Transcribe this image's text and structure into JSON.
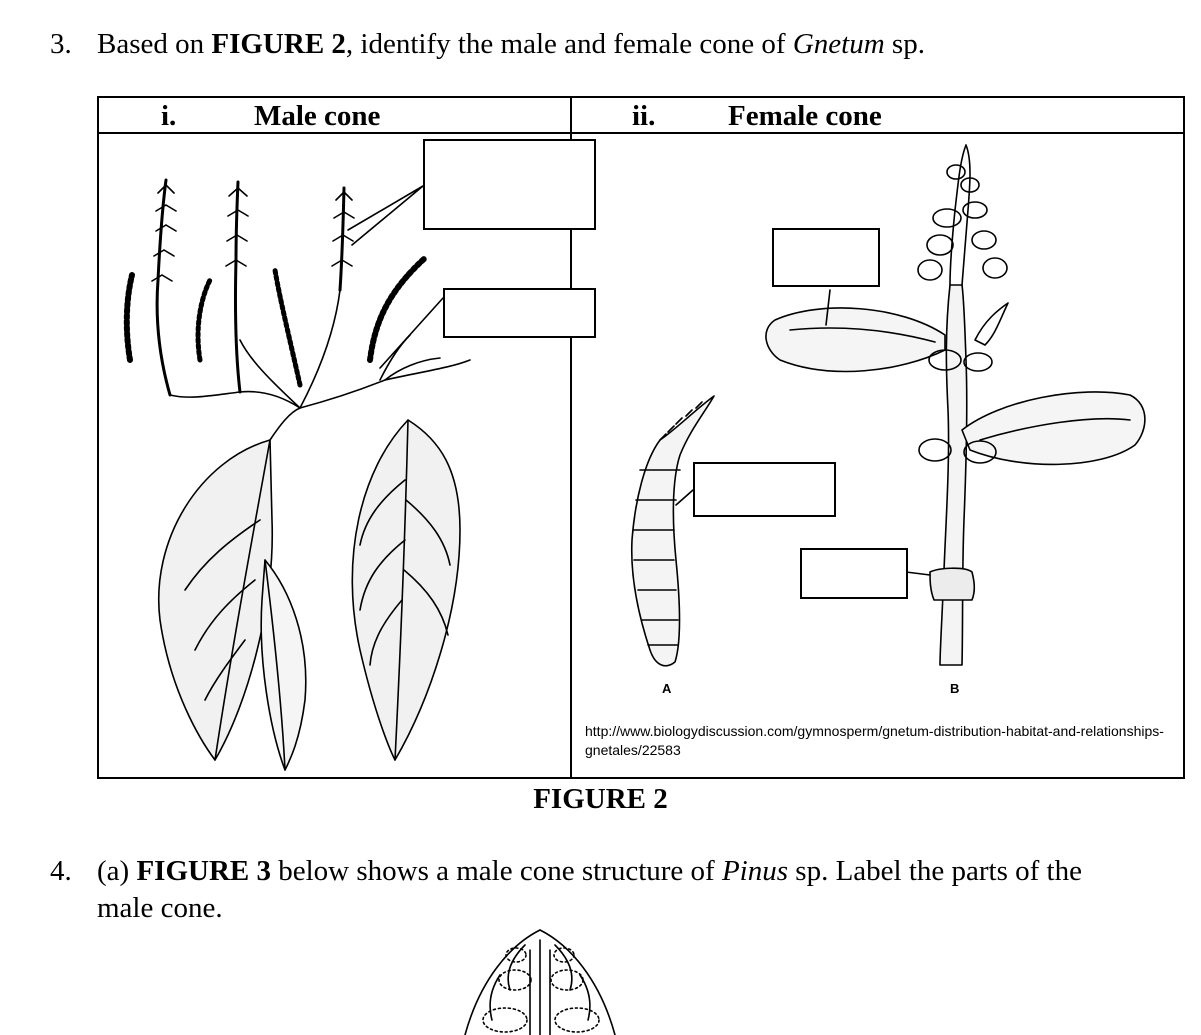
{
  "q3": {
    "number": "3.",
    "text_prefix": "Based on ",
    "figure_ref": "FIGURE 2",
    "text_mid": ", identify the male and female cone of ",
    "genus": "Gnetum",
    "text_suffix": " sp."
  },
  "figure2": {
    "left_panel": {
      "roman": "i.",
      "title": "Male cone"
    },
    "right_panel": {
      "roman": "ii.",
      "title": "Female cone"
    },
    "label_a": "A",
    "label_b": "B",
    "source_url": "http://www.biologydiscussion.com/gymnosperm/gnetum-distribution-habitat-and-relationships-gnetales/22583",
    "caption": "FIGURE 2"
  },
  "q4": {
    "number": "4.",
    "part": "(a) ",
    "figure_ref": "FIGURE 3",
    "text_mid": " below shows a male cone structure of ",
    "genus": "Pinus",
    "text_suffix": " sp. Label the parts of the",
    "line2": "male cone."
  }
}
